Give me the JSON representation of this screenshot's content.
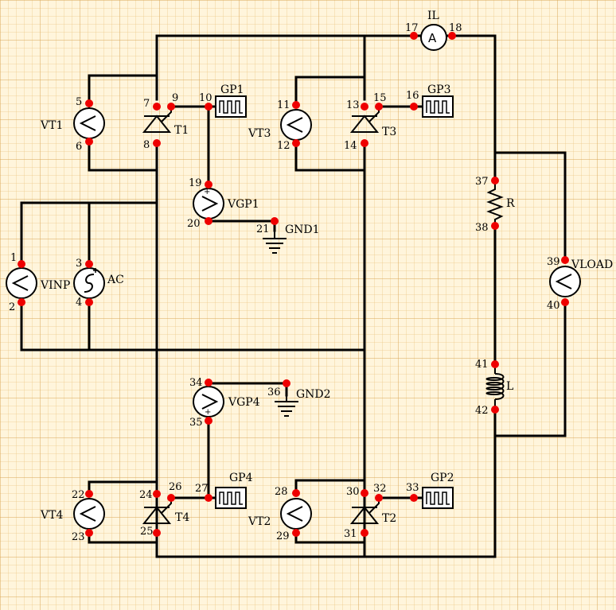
{
  "colors": {
    "background": "#fff5dc",
    "grid_minor": "#ecc98a",
    "grid_major": "#d9a857",
    "wire": "#000000",
    "node": "#ee0000"
  },
  "labels": {
    "vt1": "VT1",
    "t1": "T1",
    "gp1": "GP1",
    "vgp1": "VGP1",
    "gnd1": "GND1",
    "vt3": "VT3",
    "t3": "T3",
    "gp3": "GP3",
    "il": "IL",
    "ammeter_symbol": "A",
    "r": "R",
    "l": "L",
    "vload": "VLOAD",
    "vinp": "VINP",
    "ac": "AC",
    "vgp4": "VGP4",
    "gnd2": "GND2",
    "vt4": "VT4",
    "t4": "T4",
    "gp4": "GP4",
    "vt2": "VT2",
    "t2": "T2",
    "gp2": "GP2"
  },
  "node_numbers": [
    "1",
    "2",
    "3",
    "4",
    "5",
    "6",
    "7",
    "8",
    "9",
    "10",
    "11",
    "12",
    "13",
    "14",
    "15",
    "16",
    "17",
    "18",
    "19",
    "20",
    "21",
    "22",
    "23",
    "24",
    "25",
    "26",
    "27",
    "28",
    "29",
    "30",
    "31",
    "32",
    "33",
    "34",
    "35",
    "36",
    "37",
    "38",
    "39",
    "40",
    "41",
    "42"
  ]
}
